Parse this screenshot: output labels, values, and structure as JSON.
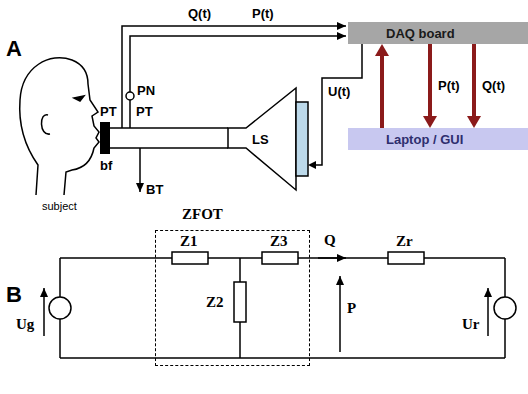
{
  "diagram": {
    "nodes": [
      {
        "text": [
          "DAQ board"
        ]
      },
      {
        "text": [
          "Laptop / GUI"
        ]
      },
      {
        "text": [
          "LS"
        ]
      },
      {
        "text": [
          "ZFOT"
        ]
      }
    ],
    "edges": [
      {
        "from": 0,
        "to": 2,
        "label": "U(t)",
        "arrow": "to"
      },
      {
        "from": 1,
        "to": 0,
        "arrow": "to"
      },
      {
        "from": 0,
        "to": 1,
        "label": "P(t)",
        "arrow": "to"
      },
      {
        "from": 0,
        "to": 1,
        "label": "Q(t)",
        "arrow": "to"
      }
    ],
    "labels": [
      "A",
      "Q(t)",
      "P(t)",
      "PN",
      "PT",
      "PT",
      "bf",
      "BT",
      "subject",
      "B",
      "Z1",
      "Z2",
      "Z3",
      "Q",
      "P",
      "Zr",
      "Ug",
      "Ur"
    ]
  }
}
